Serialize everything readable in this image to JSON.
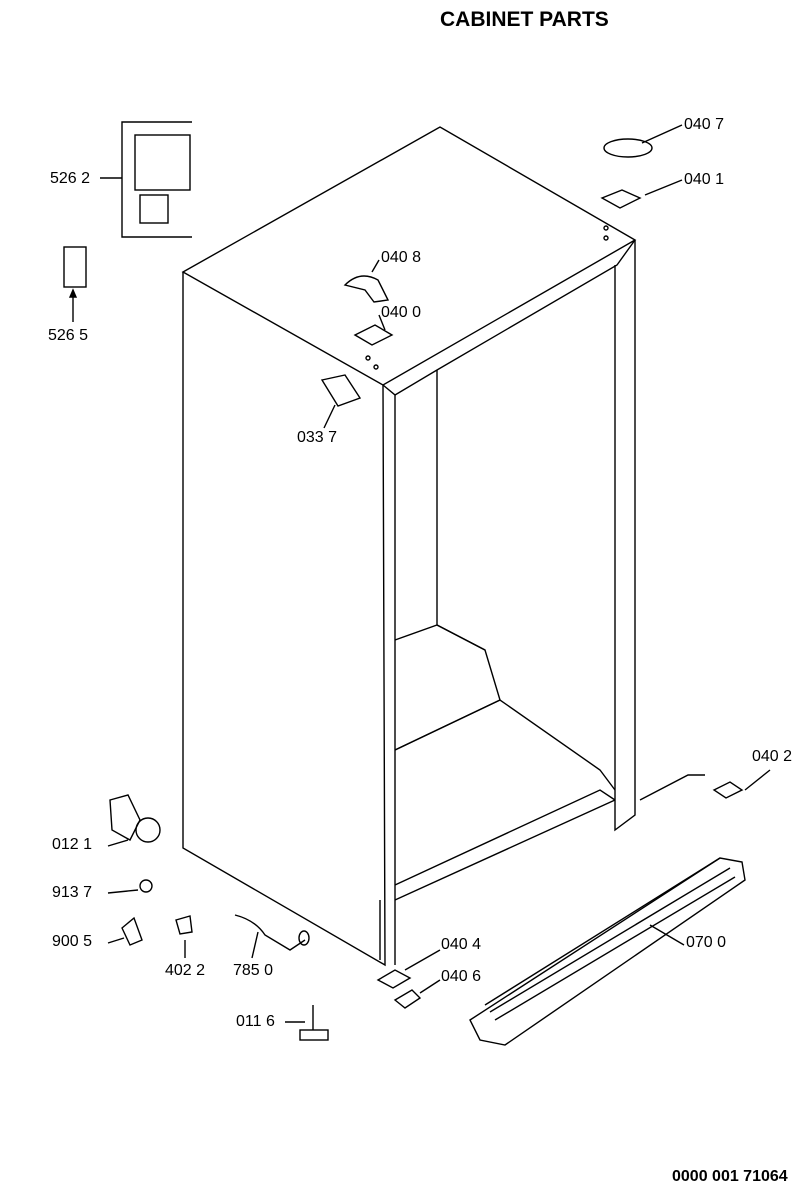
{
  "title": "CABINET PARTS",
  "footer": "0000 001 71064",
  "callouts": {
    "p5262": "526 2",
    "p5265": "526 5",
    "p0407": "040 7",
    "p0401": "040 1",
    "p0408": "040 8",
    "p0400": "040 0",
    "p0337": "033 7",
    "p0402": "040 2",
    "p0121": "012 1",
    "p9137": "913 7",
    "p9005": "900 5",
    "p4022": "402 2",
    "p7850": "785 0",
    "p0404": "040 4",
    "p0406": "040 6",
    "p0700": "070 0",
    "p0116": "011 6"
  }
}
